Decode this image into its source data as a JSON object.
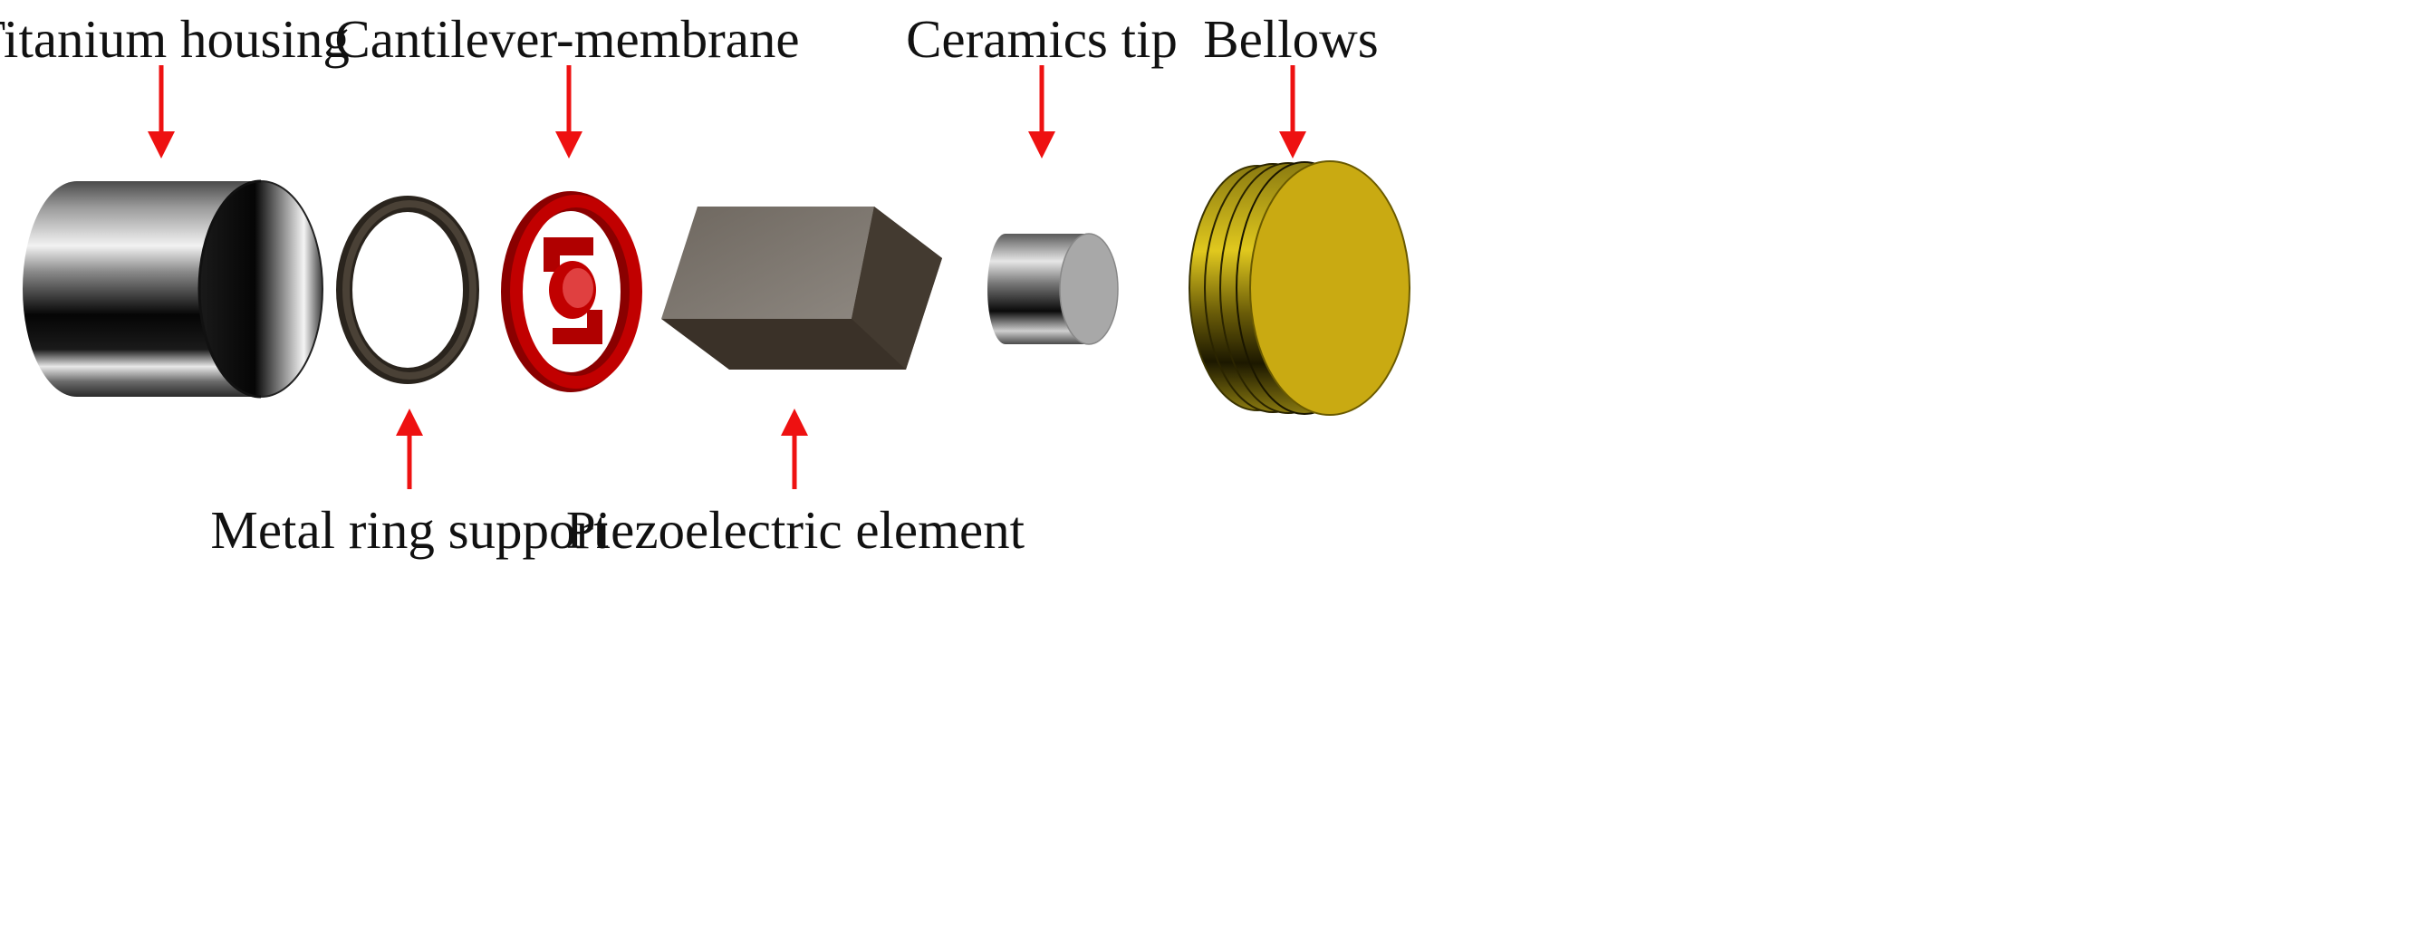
{
  "labels": {
    "titanium_housing": "Titanium housing",
    "cantilever_membrane": "Cantilever-membrane",
    "ceramics_tip": "Ceramics tip",
    "bellows": "Bellows",
    "metal_ring_support": "Metal ring support",
    "piezoelectric_element": "Piezoelectric element"
  },
  "colors": {
    "arrow": "#ee1111",
    "housing_metal": "#2a2a2a",
    "ring": "#3b332a",
    "membrane": "#c10000",
    "piezo_front": "#7d766e",
    "piezo_side": "#433a30",
    "tip_face": "#a8a8a8",
    "bellows": "#c9aa12"
  }
}
